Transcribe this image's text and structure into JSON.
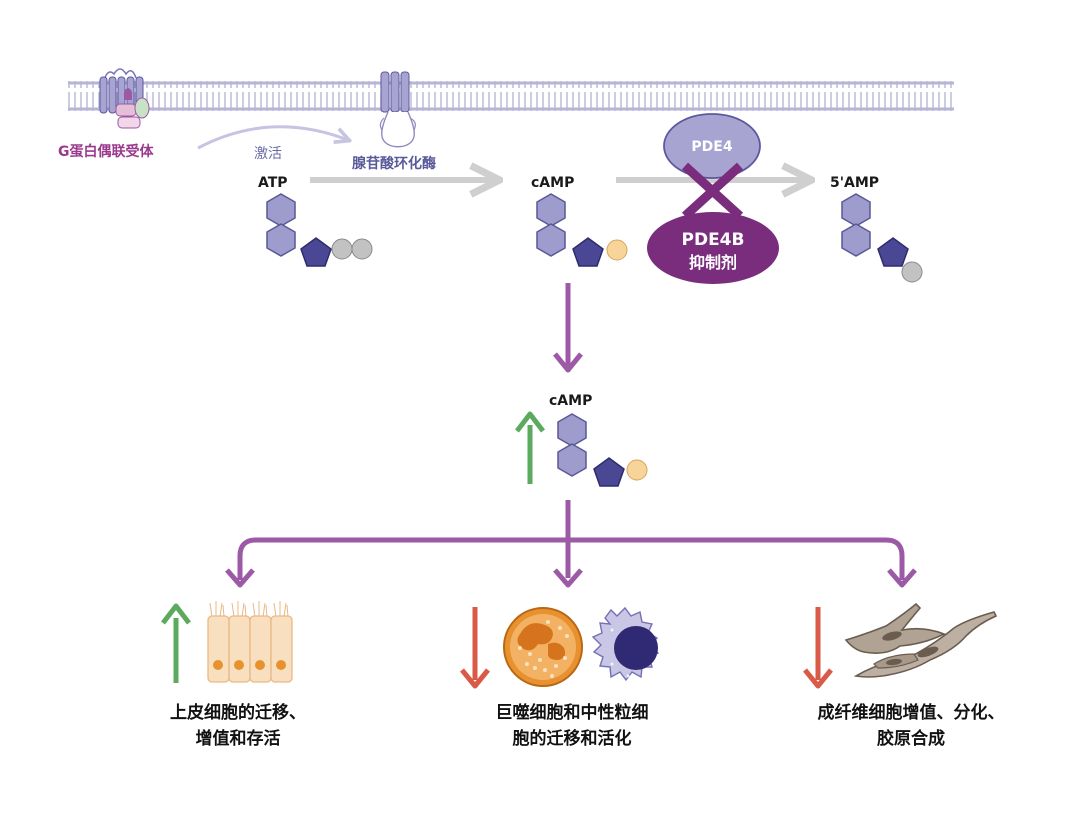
{
  "labels": {
    "gpcr": "G蛋白偶联受体",
    "activate": "激活",
    "adenylate_cyclase": "腺苷酸环化酶",
    "atp": "ATP",
    "camp": "cAMP",
    "amp5": "5'AMP",
    "pde4": "PDE4",
    "pde4b_line1": "PDE4B",
    "pde4b_line2": "抑制剂",
    "camp_center": "cAMP"
  },
  "outcomes": {
    "left": {
      "direction": "up",
      "line1": "上皮细胞的迁移、",
      "line2": "增值和存活"
    },
    "middle": {
      "direction": "down",
      "line1": "巨噬细胞和中性粒细",
      "line2": "胞的迁移和活化"
    },
    "right": {
      "direction": "down",
      "line1": "成纤维细胞增值、分化、",
      "line2": "胶原合成"
    }
  },
  "colors": {
    "purple_arrow": "#9c5aa6",
    "grey_arrow": "#cfcfcf",
    "inhibitor": "#7b2d7d",
    "pde4": "#a7a4d1",
    "hexagon": "#9d9ccc",
    "pentagon": "#4a4795",
    "phosphate_grey": "#c2c2c2",
    "phosphate_orange": "#f6d49a",
    "up_green": "#5caa5e",
    "down_red": "#d95a46",
    "membrane": "#b7b5d6",
    "epithelial": "#f8dfc0",
    "neutrophil": "#e8912f",
    "macrophage": "#2f2a73",
    "fibroblast": "#b1a394"
  },
  "icons": {
    "up_arrow": "up-arrow-icon",
    "down_arrow": "down-arrow-icon",
    "inhibit_x": "inhibition-x-icon"
  }
}
